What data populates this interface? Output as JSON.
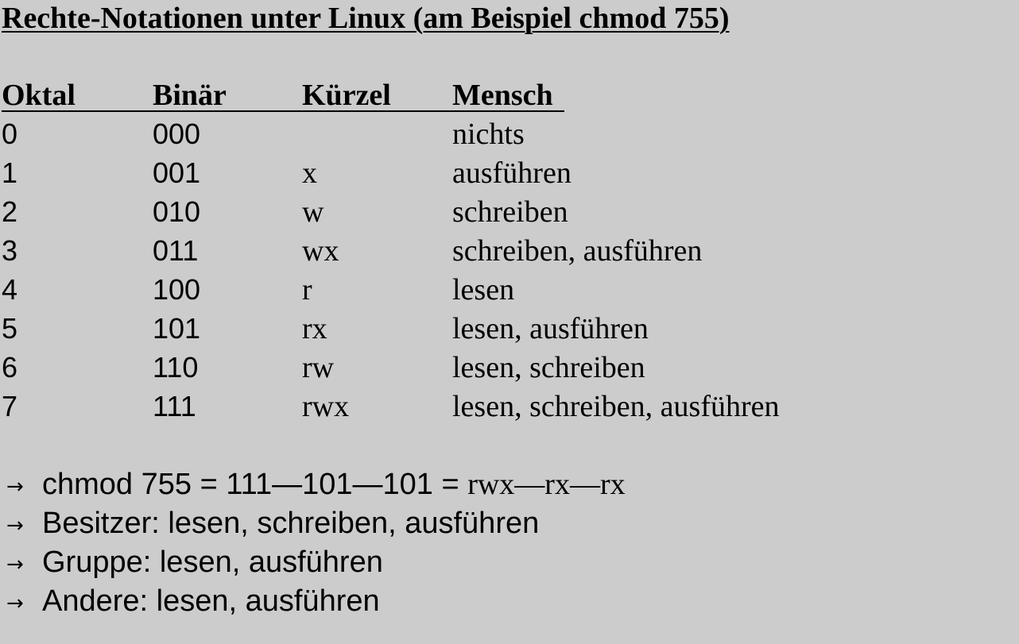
{
  "title": "Rechte-Notationen unter Linux (am Beispiel chmod 755)",
  "table": {
    "headers": {
      "oktal": "Oktal",
      "binar": "Binär",
      "kurzel": "Kürzel",
      "mensch": "Mensch"
    },
    "rows": [
      {
        "oktal": "0",
        "binar": "000",
        "kurzel": "",
        "mensch": "nichts"
      },
      {
        "oktal": "1",
        "binar": "001",
        "kurzel": "x",
        "mensch": "ausführen"
      },
      {
        "oktal": "2",
        "binar": "010",
        "kurzel": "w",
        "mensch": "schreiben"
      },
      {
        "oktal": "3",
        "binar": "011",
        "kurzel": "wx",
        "mensch": "schreiben, ausführen"
      },
      {
        "oktal": "4",
        "binar": "100",
        "kurzel": "r",
        "mensch": "lesen"
      },
      {
        "oktal": "5",
        "binar": "101",
        "kurzel": "rx",
        "mensch": "lesen, ausführen"
      },
      {
        "oktal": "6",
        "binar": "110",
        "kurzel": "rw",
        "mensch": "lesen, schreiben"
      },
      {
        "oktal": "7",
        "binar": "111",
        "kurzel": "rwx",
        "mensch": "lesen, schreiben, ausführen"
      }
    ]
  },
  "notes": {
    "arrow": "→",
    "chmod_left": "chmod 755 = 111—101—101 = ",
    "chmod_right": "rwx—rx—rx",
    "besitzer": "Besitzer: lesen, schreiben, ausführen",
    "gruppe": "Gruppe: lesen, ausführen",
    "andere": "Andere: lesen, ausführen"
  }
}
